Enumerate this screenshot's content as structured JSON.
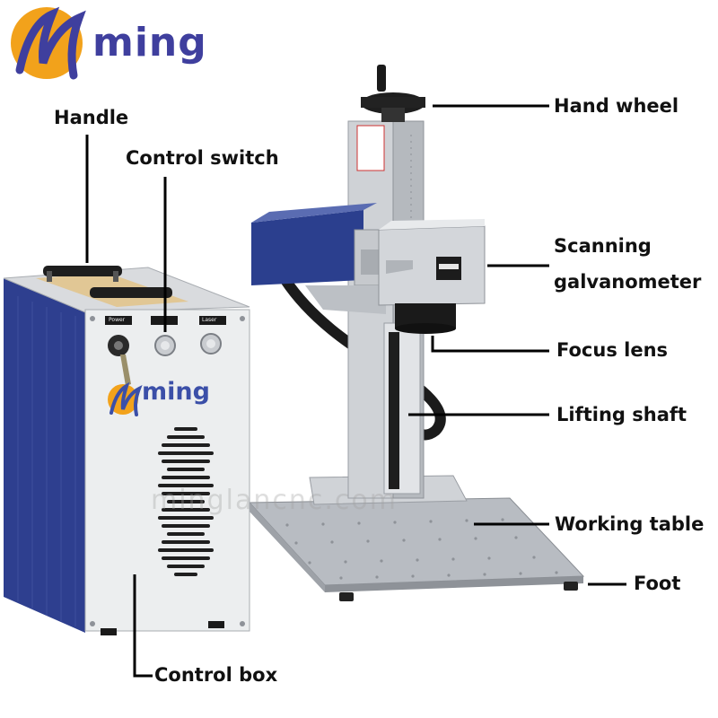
{
  "brand": {
    "name": "ming",
    "panel_name": "ming",
    "watermark": "minglancnc.com"
  },
  "panel": {
    "labels": [
      "Power",
      "Laser"
    ]
  },
  "labels": {
    "handle": "Handle",
    "control_switch": "Control switch",
    "hand_wheel": "Hand wheel",
    "scanning_galvanometer": [
      "Scanning",
      "galvanometer"
    ],
    "focus_lens": "Focus lens",
    "lifting_shaft": "Lifting shaft",
    "working_table": "Working table",
    "foot": "Foot",
    "control_box": "Control box"
  },
  "colors": {
    "brand_blue": "#3f3f9e",
    "brand_orange": "#f2a21b",
    "laser_head_blue": "#2b3f8e",
    "metal": "#c9cbcf",
    "leader": "#000000"
  }
}
